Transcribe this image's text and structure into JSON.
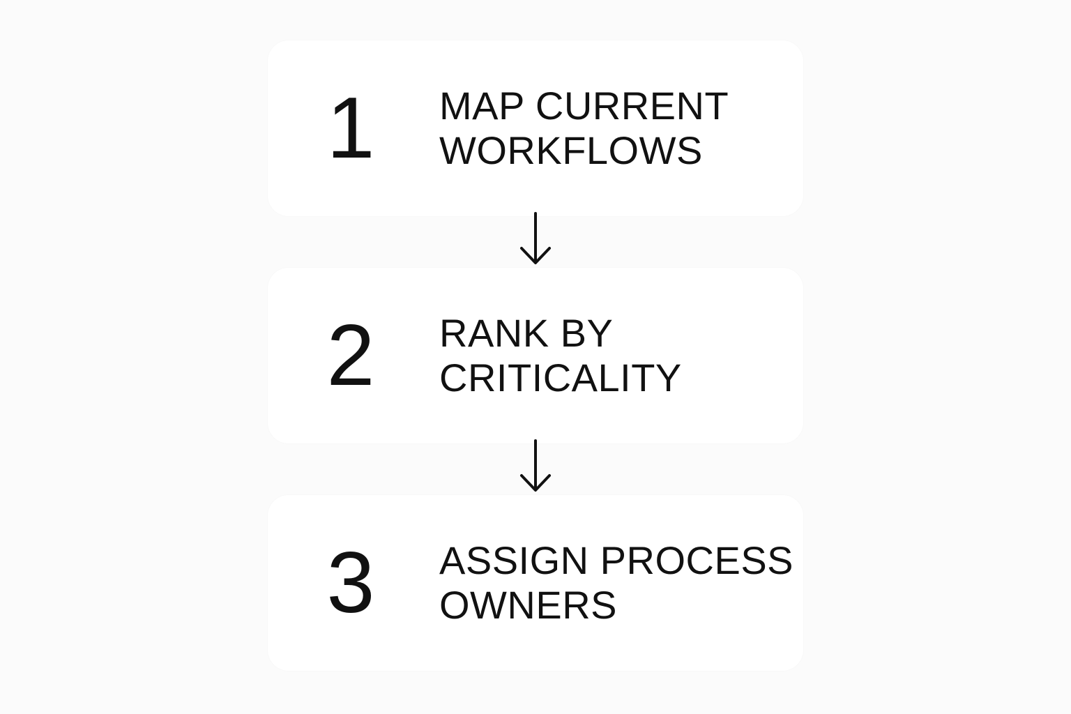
{
  "steps": [
    {
      "number": "1",
      "line1": "MAP CURRENT",
      "line2": "WORKFLOWS"
    },
    {
      "number": "2",
      "line1": "RANK BY",
      "line2": "CRITICALITY"
    },
    {
      "number": "3",
      "line1": "ASSIGN PROCESS",
      "line2": "OWNERS"
    }
  ],
  "colors": {
    "background": "#fbfbfb",
    "card": "#ffffff",
    "text": "#111111"
  },
  "icons": [
    "arrow-down-icon",
    "arrow-down-icon"
  ]
}
